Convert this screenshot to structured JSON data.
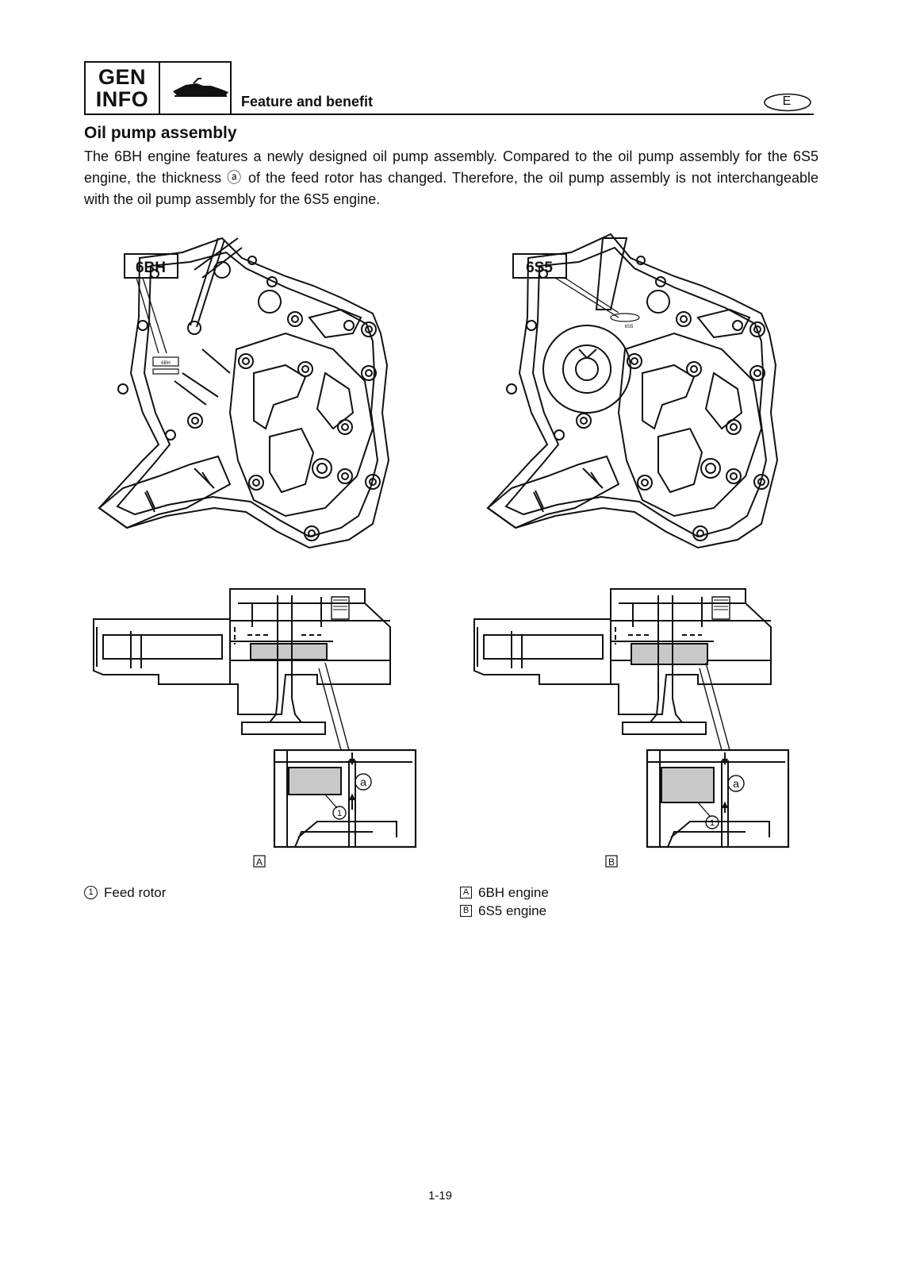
{
  "header": {
    "gen_line1": "GEN",
    "gen_line2": "INFO",
    "section": "Feature and benefit",
    "language": "E"
  },
  "content": {
    "title": "Oil pump assembly",
    "paragraph": "The 6BH engine features a newly designed oil pump assembly. Compared to the oil pump assembly for the 6S5 engine, the thickness ⓐ of the feed rotor has changed. Therefore, the oil pump assembly is not interchangeable with the oil pump assembly for the 6S5 engine."
  },
  "figure": {
    "left_label": "6BH",
    "right_label": "6S5",
    "left_stamp": "6BH",
    "right_stamp": "6S5",
    "callout_a": "a",
    "callout_1": "1",
    "left_panel": "A",
    "right_panel": "B"
  },
  "legend": {
    "left": [
      {
        "mark": "1",
        "text": "Feed rotor"
      }
    ],
    "right": [
      {
        "mark": "A",
        "text": "6BH engine"
      },
      {
        "mark": "B",
        "text": "6S5 engine"
      }
    ]
  },
  "footer": {
    "page": "1-19"
  }
}
